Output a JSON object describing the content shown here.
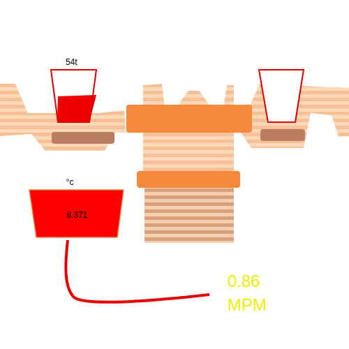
{
  "diagram": {
    "nodes": [
      {
        "text": [
          "54t"
        ]
      },
      {
        "text": [
          "°c",
          "8.371"
        ]
      }
    ],
    "labels": [
      "0.86 MPM"
    ]
  }
}
